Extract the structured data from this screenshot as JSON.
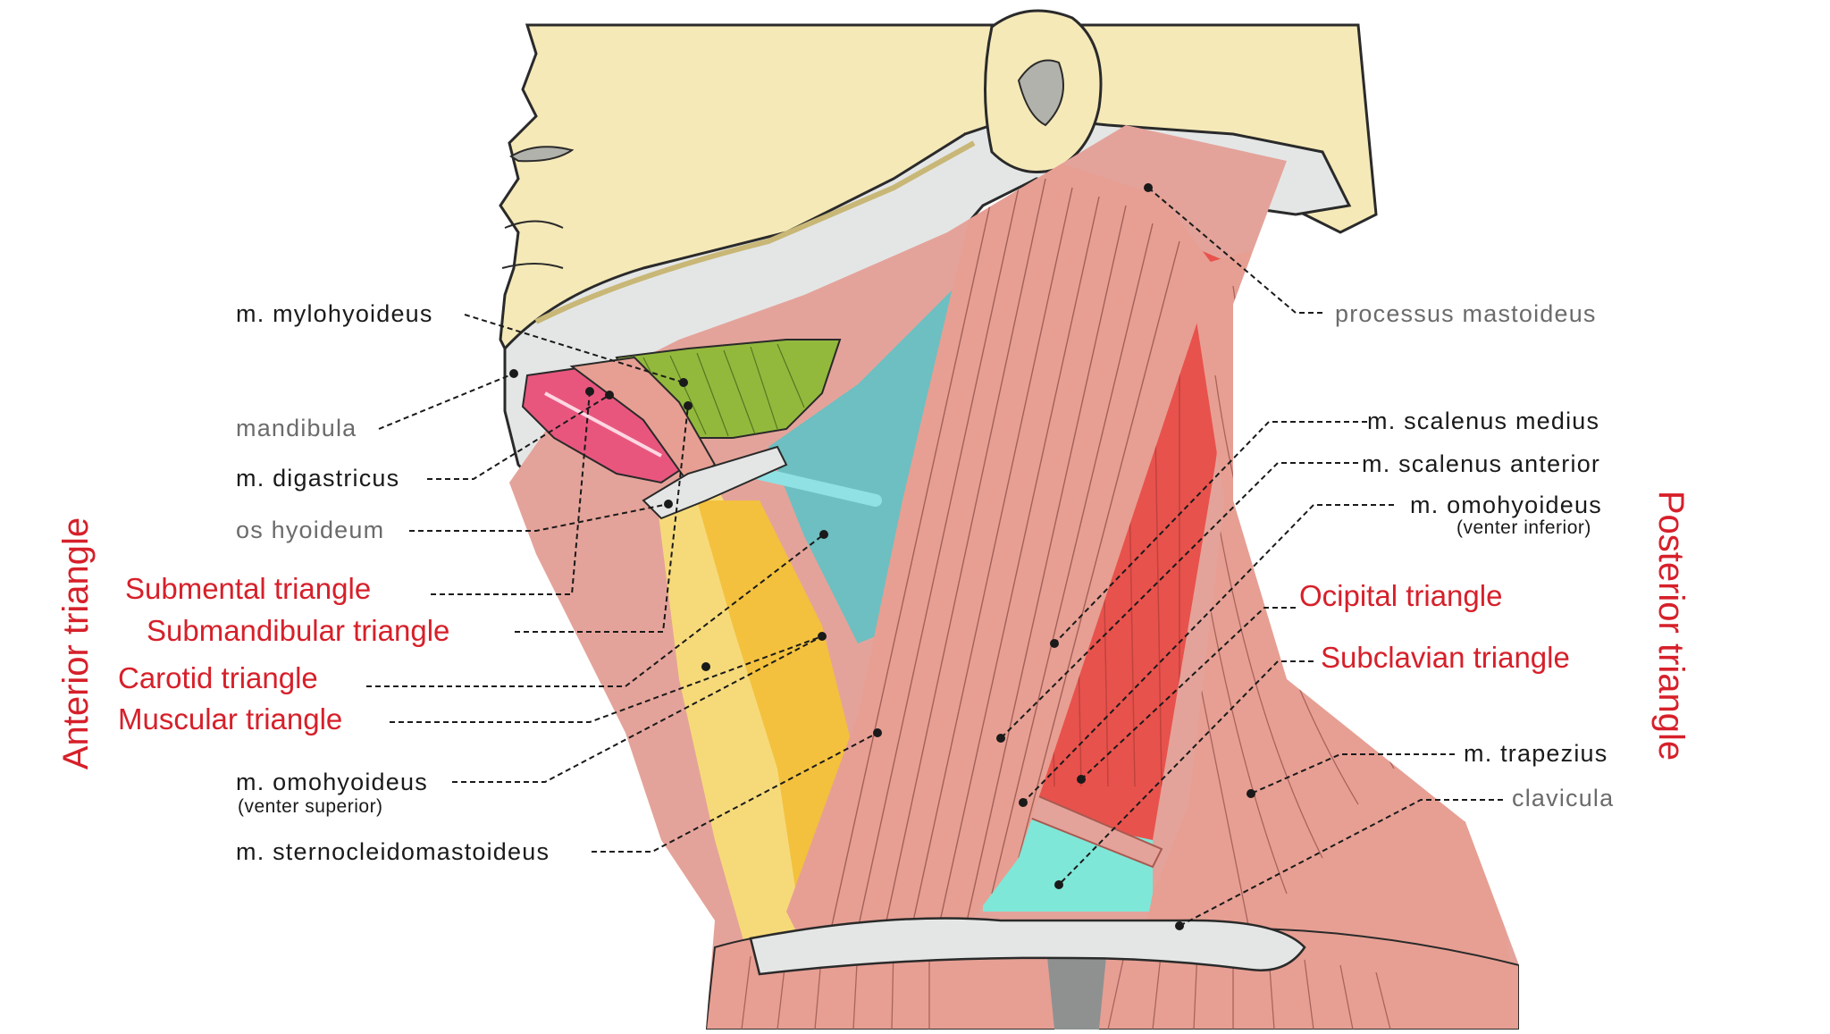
{
  "labels_left": {
    "mylohyoideus": "m. mylohyoideus",
    "mandibula": "mandibula",
    "digastricus": "m. digastricus",
    "os_hyoideum": "os hyoideum",
    "submental": "Submental triangle",
    "submandibular": "Submandibular triangle",
    "carotid": "Carotid triangle",
    "muscular": "Muscular triangle",
    "omohyoideus_sup": "m. omohyoideus",
    "omohyoideus_sup_sub": "(venter superior)",
    "sternocleido": "m. sternocleidomastoideus"
  },
  "labels_right": {
    "processus": "processus mastoideus",
    "scalenus_medius": "m. scalenus medius",
    "scalenus_anterior": "m. scalenus anterior",
    "omohyoideus_inf": "m. omohyoideus",
    "omohyoideus_inf_sub": "(venter inferior)",
    "occipital": "Ocipital triangle",
    "subclavian": "Subclavian triangle",
    "trapezius": "m. trapezius",
    "clavicula": "clavicula"
  },
  "region_titles": {
    "anterior": "Anterior triangle",
    "posterior": "Posterior triangle"
  },
  "colors": {
    "skin": "#f5e9b8",
    "bone": "#e4e6e6",
    "muscle": "#e79f93",
    "muscle_deep": "#e8524c",
    "mylohyoid": "#92b93c",
    "digastric_pink": "#e8567e",
    "carotid_teal": "#6dbfc1",
    "infrahyoid_yellow": "#f3c13e",
    "label_red": "#d6202a"
  }
}
